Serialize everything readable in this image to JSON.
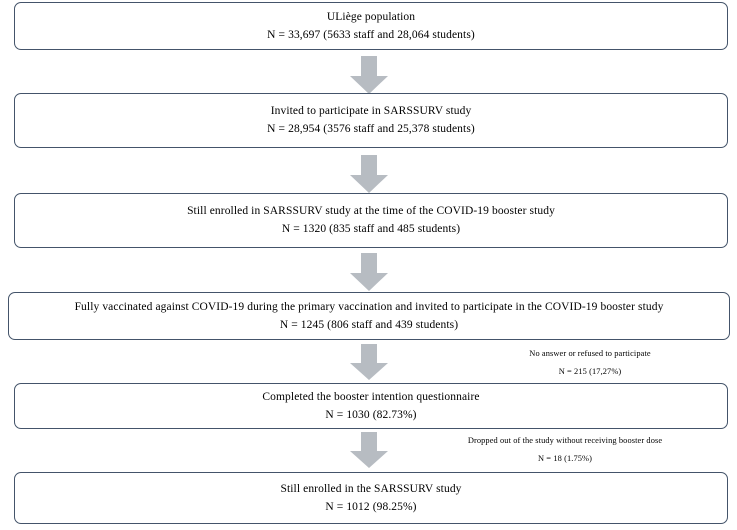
{
  "figure": {
    "type": "flowchart",
    "orientation": "vertical",
    "accent_border_color": "#44546a",
    "arrow_fill_color": "#b7bcc2",
    "arrow_icon_name": "down-block-arrow-icon"
  },
  "nodes": [
    {
      "id": "population",
      "label": "ULiège population",
      "count_text": "N = 33,697 (5633 staff and 28,064 students)",
      "n": 33697,
      "staff": 5633,
      "students": 28064
    },
    {
      "id": "invited",
      "label": "Invited to participate in SARSSURV study",
      "count_text": "N = 28,954 (3576 staff and 25,378 students)",
      "n": 28954,
      "staff": 3576,
      "students": 25378
    },
    {
      "id": "still-enrolled",
      "label": "Still enrolled in SARSSURV study at the time of the COVID-19 booster study",
      "count_text": "N = 1320 (835 staff and 485 students)",
      "n": 1320,
      "staff": 835,
      "students": 485
    },
    {
      "id": "fully-vaccinated",
      "label": "Fully vaccinated against COVID-19 during the primary vaccination and invited to participate in the COVID-19 booster study",
      "count_text": "N = 1245 (806 staff and 439 students)",
      "n": 1245,
      "staff": 806,
      "students": 439
    },
    {
      "id": "completed",
      "label": "Completed the booster intention questionnaire",
      "count_text": "N = 1030 (82.73%)",
      "n": 1030,
      "percent": 82.73
    },
    {
      "id": "final-enrolled",
      "label": "Still enrolled in the SARSSURV study",
      "count_text": "N = 1012 (98.25%)",
      "n": 1012,
      "percent": 98.25
    }
  ],
  "annotations": [
    {
      "id": "no-answer",
      "label": "No answer or refused to participate",
      "count_text": "N = 215 (17,27%)",
      "n": 215,
      "percent": 17.27
    },
    {
      "id": "dropped",
      "label": "Dropped out of the study without receiving booster dose",
      "count_text": "N = 18 (1.75%)",
      "n": 18,
      "percent": 1.75
    }
  ]
}
